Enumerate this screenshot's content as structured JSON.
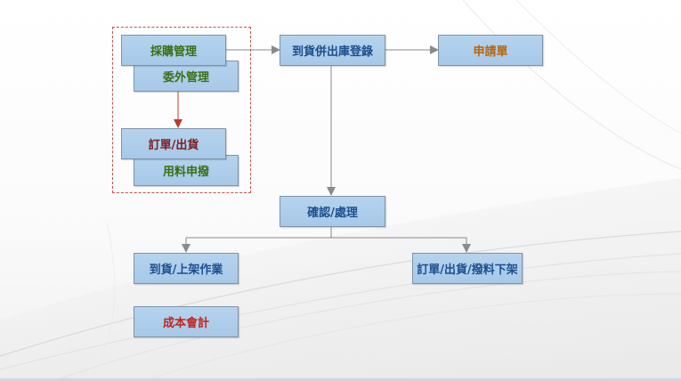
{
  "diagram": {
    "nodes": {
      "procurement": "採購管理",
      "outsourcing": "委外管理",
      "order_shipping": "訂單/出貨",
      "material_request": "用料申撥",
      "arrival_registration": "到貨併出庫登錄",
      "requisition": "申請單",
      "confirm_process": "確認/處理",
      "arrival_shelving": "到貨/上架作業",
      "order_shipping_removal": "訂單/出貨/撥料下架",
      "cost_accounting": "成本會計"
    },
    "colors": {
      "node_fill": "#a7c8e8",
      "node_border": "#7e93a8",
      "connector": "#8a8a8a",
      "highlight_connector": "#c0392b",
      "group_border": "#c9504e"
    }
  }
}
